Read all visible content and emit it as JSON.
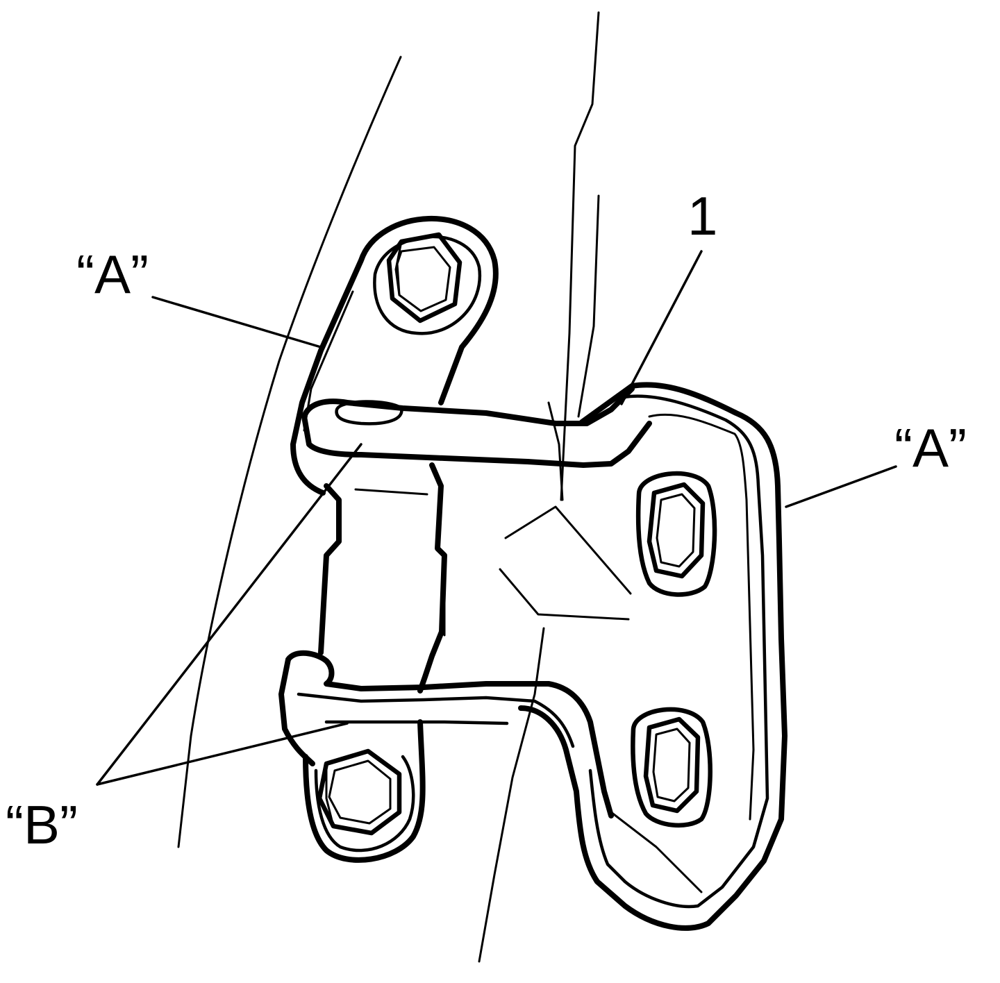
{
  "callouts": {
    "part_number": "1",
    "a_left": "“A”",
    "a_right": "“A”",
    "b": "“B”"
  },
  "colors": {
    "ink": "#000000",
    "background": "#ffffff"
  }
}
